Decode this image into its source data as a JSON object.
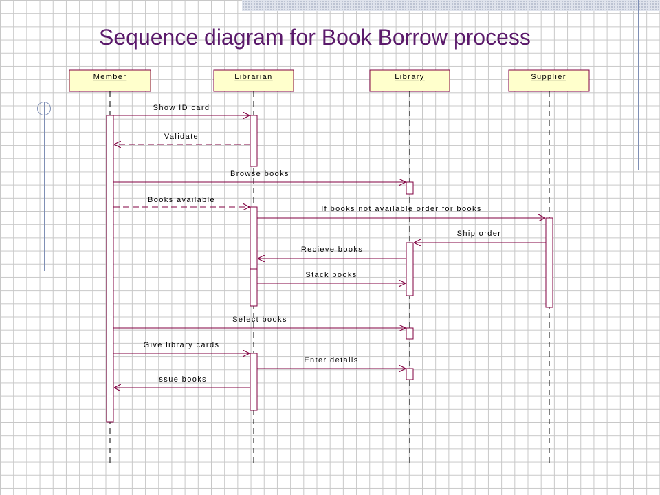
{
  "title": "Sequence diagram for Book Borrow process",
  "colors": {
    "title": "#5b1a6b",
    "box_fill": "#ffffcc",
    "line": "#800040",
    "lifeline": "#000000"
  },
  "participants": [
    {
      "id": "member",
      "label": "Member"
    },
    {
      "id": "librarian",
      "label": "Librarian"
    },
    {
      "id": "library",
      "label": "Library"
    },
    {
      "id": "supplier",
      "label": "Supplier"
    }
  ],
  "messages": [
    {
      "label": "Show ID card",
      "from": "member",
      "to": "librarian",
      "kind": "call"
    },
    {
      "label": "Validate",
      "from": "librarian",
      "to": "member",
      "kind": "return"
    },
    {
      "label": "Browse books",
      "from": "member",
      "to": "library",
      "kind": "call"
    },
    {
      "label": "Books available",
      "from": "member",
      "to": "librarian",
      "kind": "return"
    },
    {
      "label": "If books not available order for books",
      "from": "librarian",
      "to": "supplier",
      "kind": "call"
    },
    {
      "label": "Ship order",
      "from": "supplier",
      "to": "library",
      "kind": "call"
    },
    {
      "label": "Recieve books",
      "from": "library",
      "to": "librarian",
      "kind": "call"
    },
    {
      "label": "Stack books",
      "from": "librarian",
      "to": "library",
      "kind": "call"
    },
    {
      "label": "Select books",
      "from": "member",
      "to": "library",
      "kind": "call"
    },
    {
      "label": "Give library cards",
      "from": "member",
      "to": "librarian",
      "kind": "call"
    },
    {
      "label": "Enter details",
      "from": "librarian",
      "to": "library",
      "kind": "call"
    },
    {
      "label": "Issue books",
      "from": "librarian",
      "to": "member",
      "kind": "call"
    }
  ]
}
